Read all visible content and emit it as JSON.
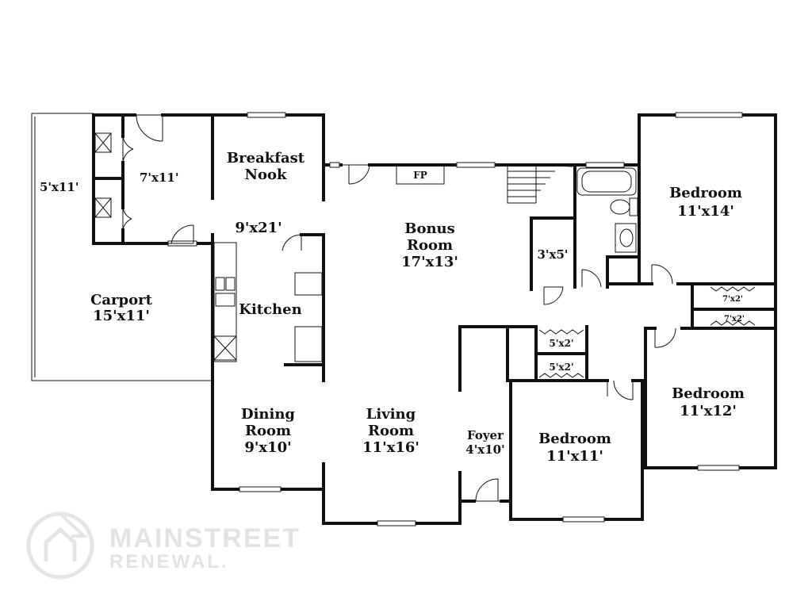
{
  "rooms": {
    "storage_5x11": "5'x11'",
    "storage_7x11": "7'x11'",
    "breakfast_nook_line1": "Breakfast",
    "breakfast_nook_line2": "Nook",
    "kitchen_dim": "9'x21'",
    "kitchen": "Kitchen",
    "carport": "Carport",
    "carport_dim": "15'x11'",
    "bonus_room": "Bonus",
    "bonus_room_line2": "Room",
    "bonus_room_dim": "17'x13'",
    "fireplace": "FP",
    "closet_3x5": "3'x5'",
    "bedroom1": "Bedroom",
    "bedroom1_dim": "11'x14'",
    "closet_7x2_a": "7'x2'",
    "closet_7x2_b": "7'x2'",
    "closet_5x2_a": "5'x2'",
    "closet_5x2_b": "5'x2'",
    "bedroom2": "Bedroom",
    "bedroom2_dim": "11'x12'",
    "bedroom3": "Bedroom",
    "bedroom3_dim": "11'x11'",
    "dining_line1": "Dining",
    "dining_line2": "Room",
    "dining_dim": "9'x10'",
    "living_line1": "Living",
    "living_line2": "Room",
    "living_dim": "11'x16'",
    "foyer": "Foyer",
    "foyer_dim": "4'x10'"
  },
  "watermark": {
    "line1": "MAINSTREET",
    "line2": "RENEWAL."
  }
}
